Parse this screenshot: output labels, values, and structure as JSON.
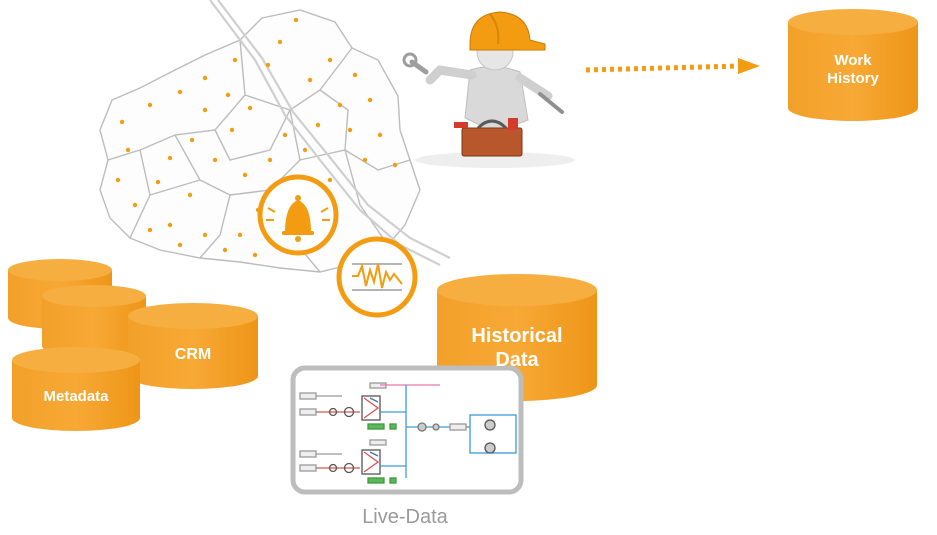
{
  "colors": {
    "accent": "#F39C12",
    "accent_dark": "#E08A0B",
    "map_line": "#b9b9b9",
    "panel_border": "#bdbdbd",
    "caption": "#9a9a9a"
  },
  "databases": {
    "work_history": "Work\nHistory",
    "historical_data": "Historical\nData",
    "crm": "CRM",
    "metadata": "Metadata"
  },
  "live_data": {
    "caption": "Live-Data"
  },
  "icons": [
    "bell-icon",
    "waveform-icon",
    "technician-figure",
    "dotted-arrow"
  ]
}
